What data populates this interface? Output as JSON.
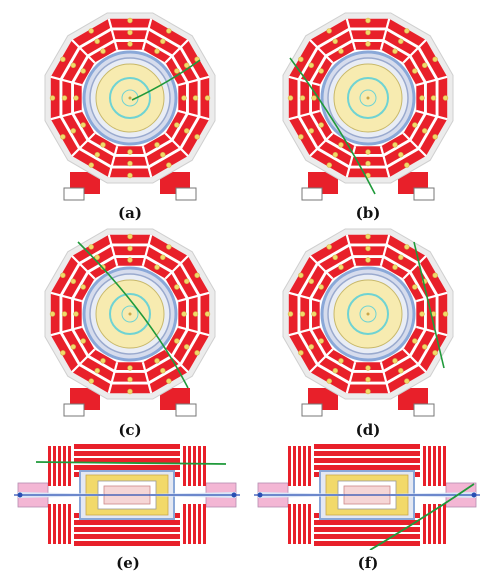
{
  "panels": [
    {
      "id": "a",
      "label": "(a)",
      "view": "end",
      "track": "curved"
    },
    {
      "id": "b",
      "label": "(b)",
      "view": "end",
      "track": "straight-through"
    },
    {
      "id": "c",
      "label": "(c)",
      "view": "end",
      "track": "straight-diagonal"
    },
    {
      "id": "d",
      "label": "(d)",
      "view": "end",
      "track": "edge-chord"
    },
    {
      "id": "e",
      "label": "(e)",
      "view": "side",
      "track": "horizontal-top"
    },
    {
      "id": "f",
      "label": "(f)",
      "view": "side",
      "track": "diagonal-lower"
    }
  ],
  "colors": {
    "muon_red": "#e8202a",
    "yoke_gray": "#ececec",
    "chamber_yellow": "#f2d96a",
    "calorimeter_yellow": "#f7ebb0",
    "tracker_blue": "#8aa8d8",
    "inner_cyan": "#6fd3d3",
    "endcap_pink": "#f3b6d4",
    "track_green": "#1f9a3a",
    "beam_blue": "#2a4fb3"
  }
}
